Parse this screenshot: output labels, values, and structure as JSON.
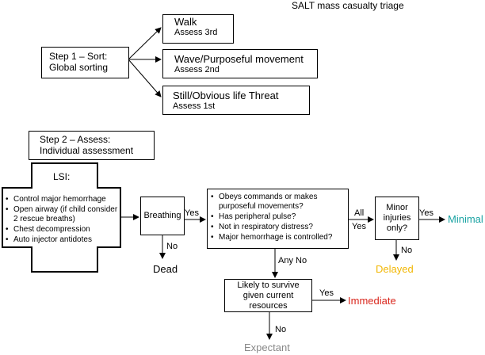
{
  "title": "SALT mass casualty triage",
  "step1": {
    "label_line1": "Step 1 – Sort:",
    "label_line2": "Global sorting",
    "options": [
      {
        "title": "Walk",
        "sub": "Assess 3rd"
      },
      {
        "title": "Wave/Purposeful movement",
        "sub": "Assess 2nd"
      },
      {
        "title": "Still/Obvious life Threat",
        "sub": "Assess 1st"
      }
    ]
  },
  "step2": {
    "label_line1": "Step 2 – Assess:",
    "label_line2": "Individual assessment"
  },
  "lsi": {
    "title": "LSI:",
    "items": [
      "Control major hemorrhage",
      "Open airway (if child consider 2 rescue breaths)",
      "Chest decompression",
      "Auto injector antidotes"
    ]
  },
  "breathing": {
    "label": "Breathing",
    "yes": "Yes",
    "no": "No",
    "no_outcome": "Dead"
  },
  "checks": {
    "items": [
      "Obeys commands or makes purposeful movements?",
      "Has peripheral pulse?",
      "Not in respiratory distress?",
      "Major hemorrhage is controlled?"
    ],
    "all_label": "All",
    "yes_label": "Yes",
    "any_no_label": "Any No"
  },
  "minor": {
    "label": "Minor injuries only?",
    "yes": "Yes",
    "no": "No"
  },
  "survive": {
    "label": "Likely to survive given current resources",
    "yes": "Yes",
    "no": "No"
  },
  "outcomes": {
    "minimal": "Minimal",
    "delayed": "Delayed",
    "immediate": "Immediate",
    "expectant": "Expectant"
  },
  "colors": {
    "minimal": "#1aa3a3",
    "delayed": "#f2b705",
    "immediate": "#d9261c",
    "expectant": "#888888",
    "line": "#000000"
  }
}
